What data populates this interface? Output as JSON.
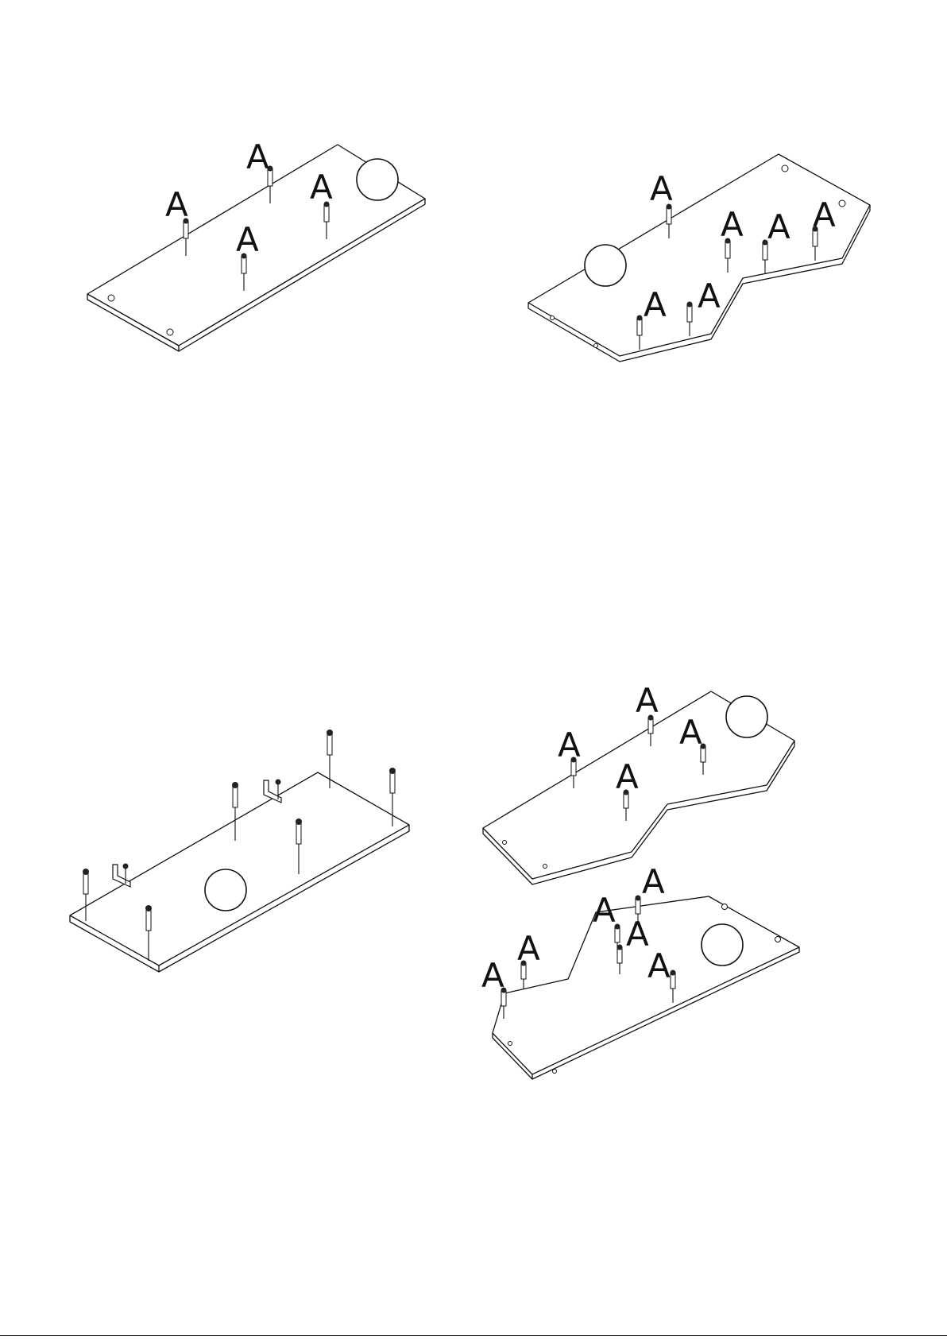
{
  "part_label": "A",
  "diagrams": [
    {
      "id": "straight-panel-top",
      "labels": [
        "A",
        "A",
        "A",
        "A"
      ]
    },
    {
      "id": "angled-panel-top",
      "labels": [
        "A",
        "A",
        "A",
        "A",
        "A",
        "A"
      ]
    },
    {
      "id": "straight-panel-bottom-legs",
      "labels": []
    },
    {
      "id": "angled-panel-upper",
      "labels": [
        "A",
        "A",
        "A",
        "A"
      ]
    },
    {
      "id": "angled-panel-lower",
      "labels": [
        "A",
        "A",
        "A",
        "A",
        "A",
        "A"
      ]
    }
  ],
  "colors": {
    "line": "#111111",
    "background": "#ffffff"
  }
}
